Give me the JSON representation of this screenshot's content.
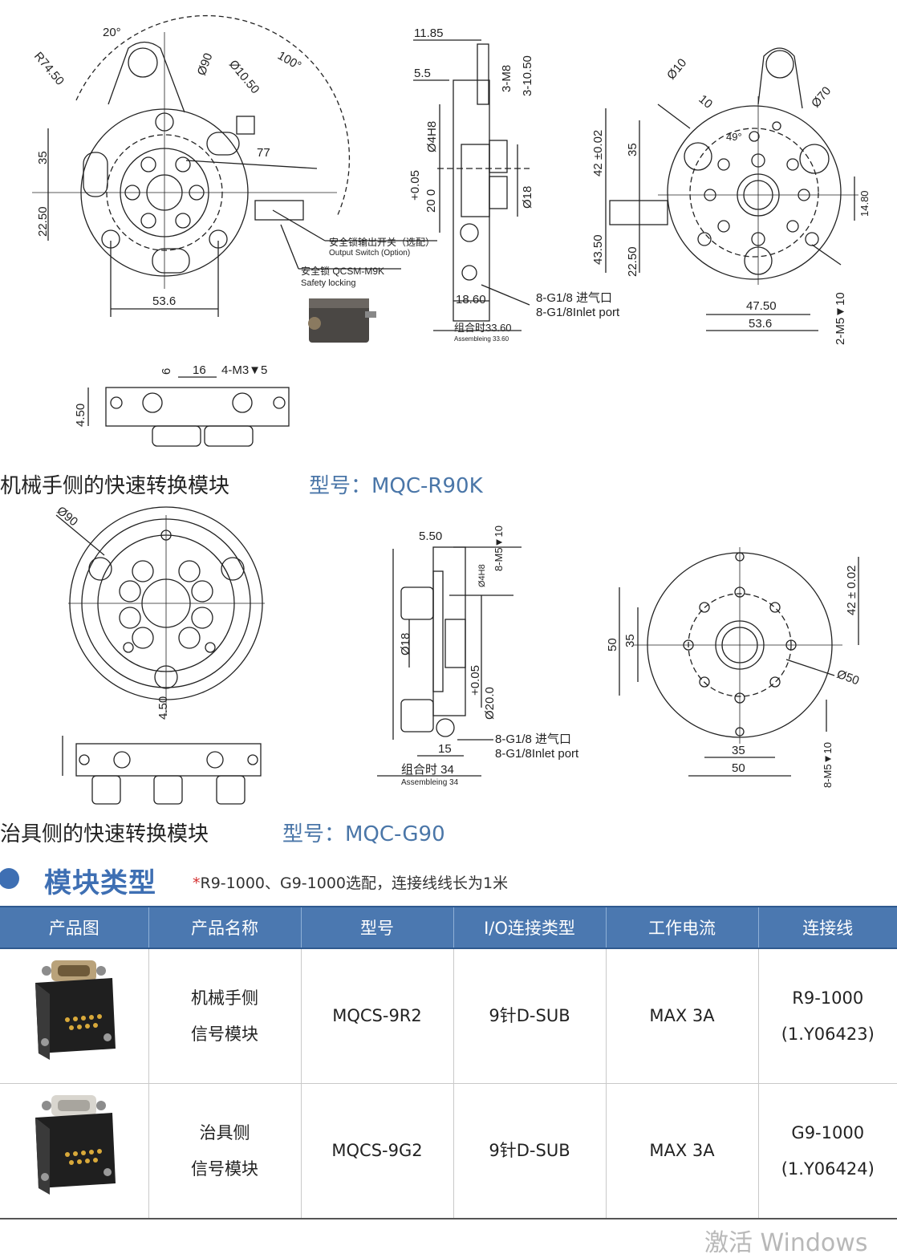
{
  "drawing_top": {
    "dims": {
      "r74": "R74.50",
      "a20": "20°",
      "d90": "Ø90",
      "d1050": "Ø10.50",
      "a100": "100°",
      "d35": "35",
      "d77": "77",
      "d2250": "22.50",
      "w536": "53.6",
      "d1185": "11.85",
      "d55": "5.5",
      "m8": "3-M8",
      "m1050": "3-10.50",
      "d4h8": "Ø4H8",
      "p005": "+0.05",
      "p200": "20 0",
      "d18": "Ø18",
      "d1860": "18.60",
      "asm": "组合时33.60",
      "asm_en": "Assembleing 33.60",
      "inlet_cn": "8-G1/8 进气口",
      "inlet_en": "8-G1/8Inlet port",
      "d10": "Ø10",
      "d10b": "10",
      "a49": "49°",
      "d70": "Ø70",
      "t42": "42 ±0.02",
      "t35": "35",
      "t4350": "43.50",
      "t2250": "22.50",
      "w4750": "47.50",
      "w536b": "53.6",
      "h1480": "14.80",
      "m5": "2-M5▼10"
    },
    "labels": {
      "switch_cn": "安全锁输出开关（选配）",
      "switch_en": "Output Switch (Option)",
      "lock_cn": "安全锁 QCSM-M9K",
      "lock_en": "Safety locking"
    },
    "side": {
      "d6": "6",
      "d16": "16",
      "m3": "4-M3▼5",
      "d450": "4.50"
    }
  },
  "caption_robot": {
    "title": "机械手侧的快速转换模块",
    "model": "型号：MQC-R90K"
  },
  "drawing_mid": {
    "dims": {
      "d90": "Ø90",
      "d450": "4.50",
      "d550": "5.50",
      "m5": "8-M5▼10",
      "d4h8": "Ø4H8",
      "d18": "Ø18",
      "p005": "+0.05",
      "p200": "Ø20.0",
      "d15": "15",
      "asm": "组合时 34",
      "asm_en": "Assembleing 34",
      "inlet_cn": "8-G1/8 进气口",
      "inlet_en": "8-G1/8Inlet port",
      "v50": "50",
      "v35": "35",
      "t42": "42 ± 0.02",
      "d50": "Ø50",
      "w35": "35",
      "w50": "50",
      "m5b": "8-M5▼10"
    }
  },
  "caption_tool": {
    "title": "治具侧的快速转换模块",
    "model": "型号：MQC-G90"
  },
  "section": {
    "title": "模块类型",
    "star": "*",
    "note": "R9-1000、G9-1000选配，连接线线长为1米"
  },
  "table": {
    "headers": [
      "产品图",
      "产品名称",
      "型号",
      "I/O连接类型",
      "工作电流",
      "连接线"
    ],
    "rows": [
      {
        "name": [
          "机械手侧",
          "信号模块"
        ],
        "model": "MQCS-9R2",
        "io": "9针D-SUB",
        "current": "MAX 3A",
        "cable": [
          "R9-1000",
          "(1.Y06423)"
        ]
      },
      {
        "name": [
          "治具侧",
          "信号模块"
        ],
        "model": "MQCS-9G2",
        "io": "9针D-SUB",
        "current": "MAX 3A",
        "cable": [
          "G9-1000",
          "(1.Y06424)"
        ]
      }
    ]
  },
  "watermark": "激活 Windows",
  "colors": {
    "accent": "#3e6fb3",
    "header_bg": "#4b78b0",
    "model_text": "#4a76a8",
    "star": "#d32f2f"
  }
}
